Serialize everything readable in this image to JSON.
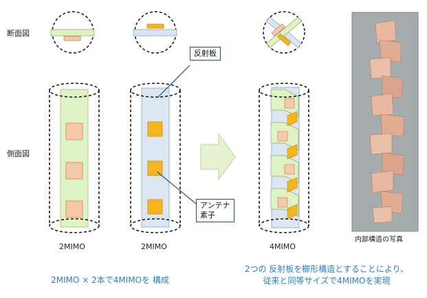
{
  "labels": {
    "cross_section": "断面図",
    "side_view": "側面図",
    "reflector": "反射板",
    "antenna_element_line1": "アンテナ",
    "antenna_element_line2": "素子",
    "col1": "2MIMO",
    "col2": "2MIMO",
    "col3": "4MIMO",
    "photo": "内部構造の写真"
  },
  "captions": {
    "left": "2MIMO × 2本で4MIMOを 構成",
    "right_line1": "2つの 反射板を櫛形構造とすることにより、",
    "right_line2": "従来と同等サイズで4MIMOを実現"
  },
  "colors": {
    "green_panel": "#dff2c4",
    "blue_panel": "#dbe6f2",
    "element_salmon": "#f7c9a9",
    "element_orange": "#f5b51f",
    "arrow_fill": "#e6f3d0",
    "callout_border": "#1d4f8a",
    "caption_blue": "#2a7fc0"
  }
}
